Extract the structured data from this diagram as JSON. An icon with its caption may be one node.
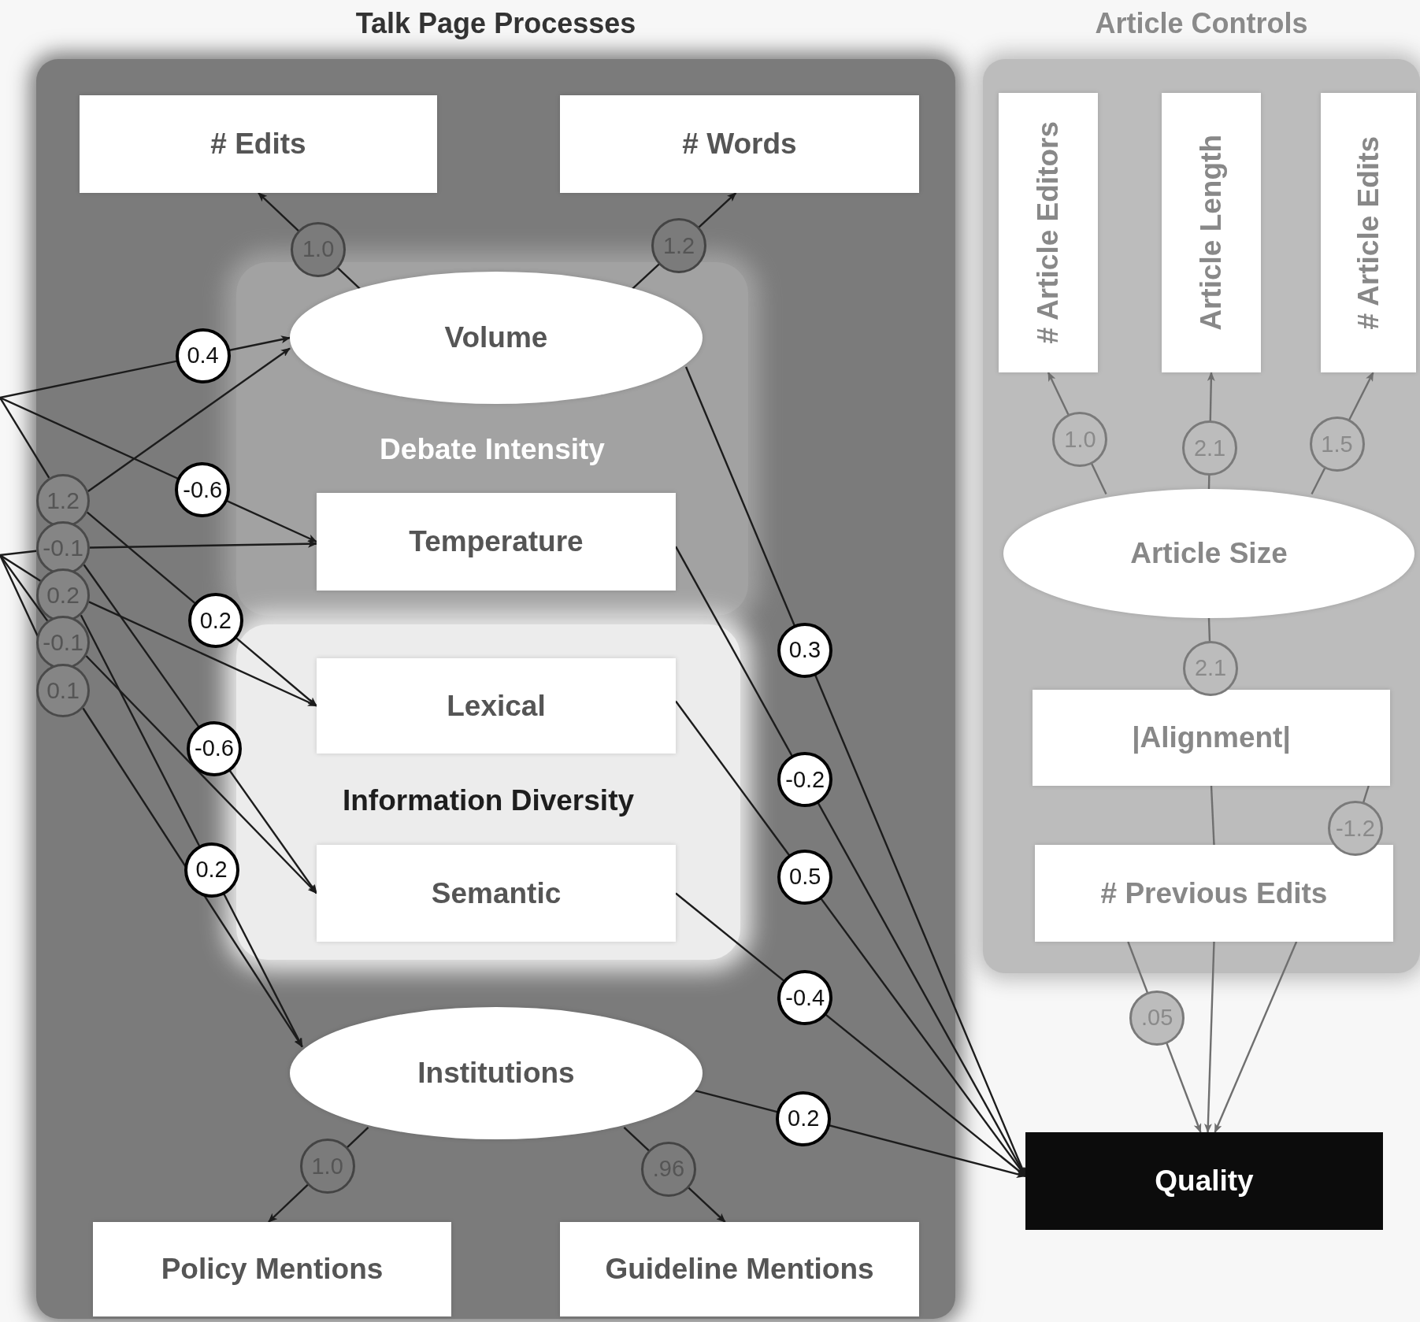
{
  "diagram": {
    "nodes": [
      {
        "text": [
          "Talk Page Processes"
        ]
      },
      {
        "text": [
          "# Edits"
        ],
        "in": 0
      },
      {
        "text": [
          "# Words"
        ],
        "in": 0
      },
      {
        "text": [
          "Debate Intensity"
        ],
        "in": 0
      },
      {
        "text": [
          "Volume"
        ],
        "in": 3
      },
      {
        "text": [
          "Temperature"
        ],
        "in": 3
      },
      {
        "text": [
          "Information Diversity"
        ],
        "in": 0
      },
      {
        "text": [
          "Lexical"
        ],
        "in": 6
      },
      {
        "text": [
          "Semantic"
        ],
        "in": 6
      },
      {
        "text": [
          "Institutions"
        ],
        "in": 0
      },
      {
        "text": [
          "Policy Mentions"
        ],
        "in": 0
      },
      {
        "text": [
          "Guideline Mentions"
        ],
        "in": 0
      },
      {
        "text": [
          "1.2"
        ],
        "in": 0
      },
      {
        "text": [
          "-0.1"
        ],
        "in": 0
      },
      {
        "text": [
          "0.2"
        ],
        "in": 0
      },
      {
        "text": [
          "-0.1"
        ],
        "in": 0
      },
      {
        "text": [
          "0.1"
        ],
        "in": 0
      },
      {
        "text": [
          "Article Controls"
        ]
      },
      {
        "text": [
          "# Article Editors"
        ],
        "in": 17
      },
      {
        "text": [
          "Article Length"
        ],
        "in": 17
      },
      {
        "text": [
          "# Article Edits"
        ],
        "in": 17
      },
      {
        "text": [
          "Article Size"
        ],
        "in": 17
      },
      {
        "text": [
          "|Alignment|"
        ],
        "in": 17
      },
      {
        "text": [
          "# Previous Edits"
        ],
        "in": 17
      },
      {
        "text": [
          "Quality"
        ]
      }
    ],
    "edges": [
      {
        "from": null,
        "to": 4,
        "arrow": "to",
        "label": "0.4"
      },
      {
        "from": null,
        "to": 5,
        "arrow": "to",
        "label": "-0.6"
      },
      {
        "from": null,
        "to": 12,
        "arrow": "none"
      },
      {
        "from": null,
        "to": 13,
        "arrow": "none"
      },
      {
        "from": null,
        "to": 14,
        "arrow": "none"
      },
      {
        "from": null,
        "to": 15,
        "arrow": "none"
      },
      {
        "from": null,
        "to": 16,
        "arrow": "none"
      },
      {
        "from": 12,
        "to": 4,
        "arrow": "to"
      },
      {
        "from": 12,
        "to": 7,
        "arrow": "to",
        "label": "0.2"
      },
      {
        "from": 13,
        "to": 5,
        "arrow": "to"
      },
      {
        "from": 13,
        "to": 8,
        "arrow": "to",
        "label": "-0.6"
      },
      {
        "from": 14,
        "to": 7,
        "arrow": "to"
      },
      {
        "from": 14,
        "to": 9,
        "arrow": "to",
        "label": "0.2"
      },
      {
        "from": 15,
        "to": 8,
        "arrow": "to"
      },
      {
        "from": 16,
        "to": 9,
        "arrow": "to"
      },
      {
        "from": 4,
        "to": 1,
        "arrow": "to",
        "label": "1.0"
      },
      {
        "from": 4,
        "to": 2,
        "arrow": "to",
        "label": "1.2"
      },
      {
        "from": 9,
        "to": 10,
        "arrow": "to",
        "label": "1.0"
      },
      {
        "from": 9,
        "to": 11,
        "arrow": "to",
        "label": ".96"
      },
      {
        "from": 4,
        "to": 24,
        "arrow": "to",
        "label": "0.3"
      },
      {
        "from": 5,
        "to": 24,
        "arrow": "to",
        "label": "-0.2"
      },
      {
        "from": 7,
        "to": 24,
        "arrow": "to",
        "label": "0.5"
      },
      {
        "from": 8,
        "to": 24,
        "arrow": "to",
        "label": "-0.4"
      },
      {
        "from": 9,
        "to": 24,
        "arrow": "to",
        "label": "0.2"
      },
      {
        "from": 21,
        "to": 18,
        "arrow": "to",
        "label": "1.0",
        "color": "#6f6f6f"
      },
      {
        "from": 21,
        "to": 19,
        "arrow": "to",
        "label": "2.1",
        "color": "#6f6f6f"
      },
      {
        "from": 21,
        "to": 20,
        "arrow": "to",
        "label": "1.5",
        "color": "#6f6f6f"
      },
      {
        "from": 21,
        "to": 22,
        "arrow": "none",
        "label": "2.1",
        "color": "#6f6f6f"
      },
      {
        "from": 22,
        "to": 23,
        "arrow": "none",
        "color": "#6f6f6f"
      },
      {
        "from": 22,
        "to": 23,
        "arrow": "none",
        "label": "-1.2",
        "color": "#6f6f6f"
      },
      {
        "from": 23,
        "to": 24,
        "arrow": "to",
        "label": ".05",
        "color": "#6f6f6f"
      },
      {
        "from": 23,
        "to": 24,
        "arrow": "to",
        "color": "#6f6f6f"
      },
      {
        "from": 23,
        "to": 24,
        "arrow": "to",
        "color": "#6f6f6f"
      }
    ]
  }
}
